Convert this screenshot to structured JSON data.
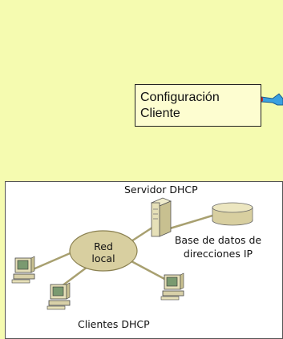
{
  "callout": {
    "line1": "Configuración",
    "line2": "Cliente"
  },
  "diagram": {
    "server_label": "Servidor DHCP",
    "network_line1": "Red",
    "network_line2": "local",
    "database_line1": "Base de datos de",
    "database_line2": "direcciones IP",
    "clients_label": "Clientes DHCP"
  },
  "colors": {
    "background": "#f5fbb0",
    "callout_fill": "#fdfdd0",
    "network_fill": "#d8cfa0",
    "link_color": "#a8a070",
    "arrow_fill": "#3aa0e0"
  }
}
